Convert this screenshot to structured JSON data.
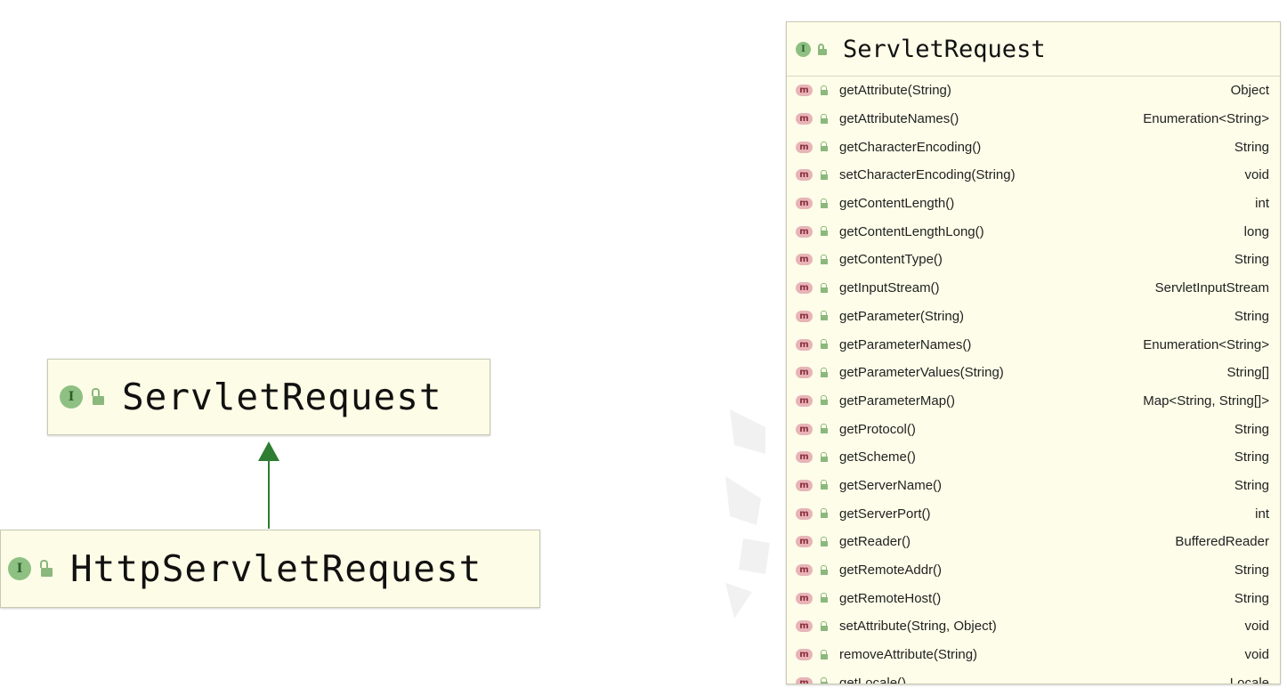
{
  "left_diagram": {
    "parent": {
      "name": "ServletRequest",
      "icon": "interface-icon"
    },
    "child": {
      "name": "HttpServletRequest",
      "icon": "interface-icon"
    },
    "arrow_color": "#2e7d32"
  },
  "members_panel": {
    "class_name": "ServletRequest",
    "icon": "interface-icon",
    "methods": [
      {
        "name": "getAttribute(String)",
        "type": "Object"
      },
      {
        "name": "getAttributeNames()",
        "type": "Enumeration<String>"
      },
      {
        "name": "getCharacterEncoding()",
        "type": "String"
      },
      {
        "name": "setCharacterEncoding(String)",
        "type": "void"
      },
      {
        "name": "getContentLength()",
        "type": "int"
      },
      {
        "name": "getContentLengthLong()",
        "type": "long"
      },
      {
        "name": "getContentType()",
        "type": "String"
      },
      {
        "name": "getInputStream()",
        "type": "ServletInputStream"
      },
      {
        "name": "getParameter(String)",
        "type": "String"
      },
      {
        "name": "getParameterNames()",
        "type": "Enumeration<String>"
      },
      {
        "name": "getParameterValues(String)",
        "type": "String[]"
      },
      {
        "name": "getParameterMap()",
        "type": "Map<String, String[]>"
      },
      {
        "name": "getProtocol()",
        "type": "String"
      },
      {
        "name": "getScheme()",
        "type": "String"
      },
      {
        "name": "getServerName()",
        "type": "String"
      },
      {
        "name": "getServerPort()",
        "type": "int"
      },
      {
        "name": "getReader()",
        "type": "BufferedReader"
      },
      {
        "name": "getRemoteAddr()",
        "type": "String"
      },
      {
        "name": "getRemoteHost()",
        "type": "String"
      },
      {
        "name": "setAttribute(String, Object)",
        "type": "void"
      },
      {
        "name": "removeAttribute(String)",
        "type": "void"
      },
      {
        "name": "getLocale()",
        "type": "Locale"
      }
    ]
  },
  "colors": {
    "box_fill": "#fdfde7",
    "interface_badge": "#8fc083",
    "method_badge": "#e8b4b8"
  }
}
